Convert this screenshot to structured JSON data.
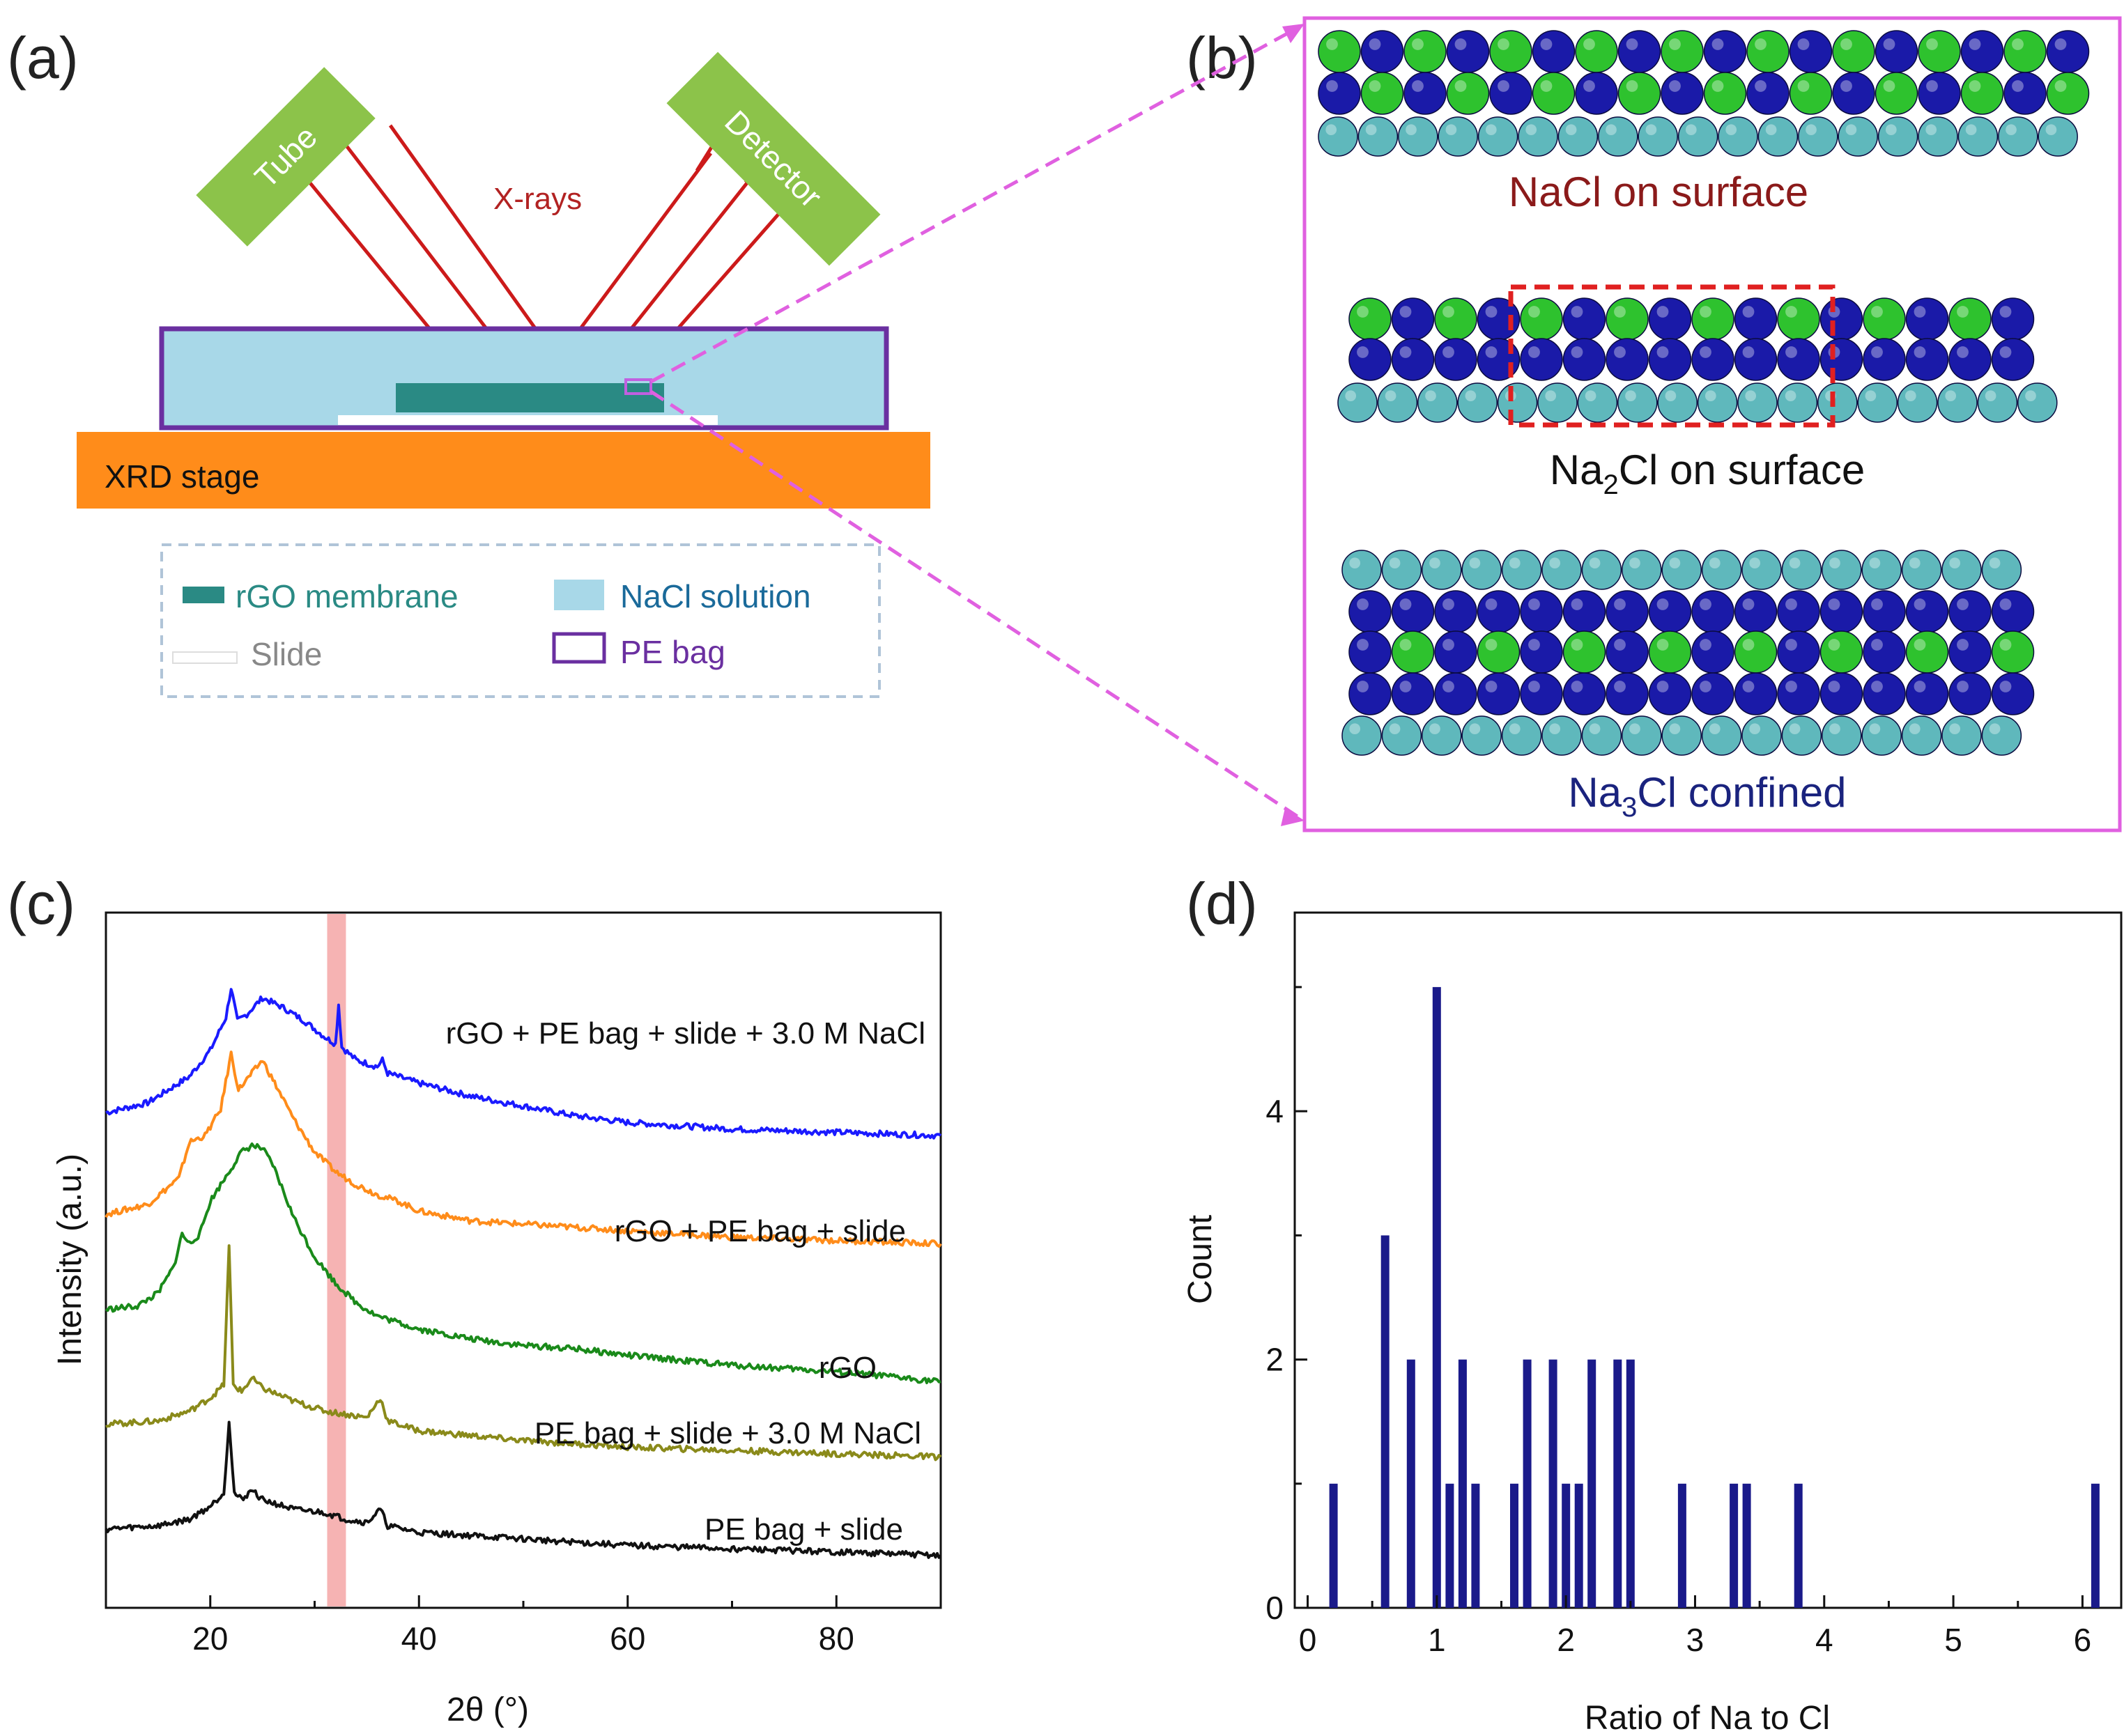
{
  "panel_labels": {
    "a": "(a)",
    "b": "(b)",
    "c": "(c)",
    "d": "(d)"
  },
  "panel_a": {
    "tube": "Tube",
    "detector": "Detector",
    "xrays": "X-rays",
    "stage": "XRD stage",
    "legend": {
      "membrane": "rGO membrane",
      "solution": "NaCl solution",
      "slide": "Slide",
      "bag": "PE bag"
    }
  },
  "panel_b": {
    "caption1": "NaCl on surface",
    "caption2_prefix": "Na",
    "caption2_sub": "2",
    "caption2_suffix": "Cl on surface",
    "caption3_prefix": "Na",
    "caption3_sub": "3",
    "caption3_suffix": "Cl confined"
  },
  "colors": {
    "green_atom": "#2ec22e",
    "blue_atom": "#1a1aa8",
    "cyan_atom": "#5fb8bc",
    "tube_green": "#8cc34a",
    "stage_orange": "#ff8c1a",
    "solution": "#a8d8e8",
    "membrane": "#2a8a84",
    "bag": "#6a2fa0",
    "xray": "#cc1a1a",
    "arrow": "#e060e0",
    "line_blue": "#1a1aff",
    "line_orange": "#ff8c1a",
    "line_green": "#1a8a1a",
    "line_olive": "#8a8a1a",
    "line_black": "#111111",
    "bar": "#1a1a8a",
    "highlight": "#f4a0a0"
  },
  "chart_data": [
    {
      "panel": "c",
      "type": "line",
      "xlabel": "2θ (°)",
      "ylabel": "Intensity (a.u.)",
      "xlim": [
        10,
        90
      ],
      "xticks": [
        20,
        40,
        60,
        80
      ],
      "highlight_band": [
        31.2,
        33.0
      ],
      "series": [
        {
          "name": "rGO + PE bag + slide + 3.0 M NaCl",
          "color": "#1a1aff",
          "points": [
            [
              10,
              7.55
            ],
            [
              14,
              7.7
            ],
            [
              18,
              8.1
            ],
            [
              20,
              8.5
            ],
            [
              21.5,
              9.0
            ],
            [
              22,
              9.45
            ],
            [
              22.6,
              8.95
            ],
            [
              23.5,
              9.05
            ],
            [
              25,
              9.3
            ],
            [
              27,
              9.15
            ],
            [
              29,
              8.95
            ],
            [
              31,
              8.7
            ],
            [
              32,
              8.6
            ],
            [
              32.3,
              9.2
            ],
            [
              32.6,
              8.55
            ],
            [
              34,
              8.35
            ],
            [
              36,
              8.25
            ],
            [
              36.5,
              8.35
            ],
            [
              37,
              8.15
            ],
            [
              40,
              8.0
            ],
            [
              45,
              7.8
            ],
            [
              50,
              7.65
            ],
            [
              55,
              7.5
            ],
            [
              60,
              7.4
            ],
            [
              70,
              7.3
            ],
            [
              80,
              7.25
            ],
            [
              90,
              7.2
            ]
          ]
        },
        {
          "name": "rGO + PE bag + slide",
          "color": "#ff8c1a",
          "points": [
            [
              10,
              6.0
            ],
            [
              14,
              6.15
            ],
            [
              17,
              6.55
            ],
            [
              18,
              7.1
            ],
            [
              19.5,
              7.2
            ],
            [
              21,
              7.6
            ],
            [
              22,
              8.45
            ],
            [
              22.7,
              7.9
            ],
            [
              24,
              8.15
            ],
            [
              25,
              8.35
            ],
            [
              26,
              8.05
            ],
            [
              28,
              7.45
            ],
            [
              30,
              6.95
            ],
            [
              32,
              6.65
            ],
            [
              34,
              6.45
            ],
            [
              36,
              6.3
            ],
            [
              38,
              6.2
            ],
            [
              40,
              6.05
            ],
            [
              45,
              5.9
            ],
            [
              50,
              5.85
            ],
            [
              55,
              5.8
            ],
            [
              60,
              5.75
            ],
            [
              70,
              5.65
            ],
            [
              80,
              5.6
            ],
            [
              90,
              5.55
            ]
          ]
        },
        {
          "name": "rGO",
          "color": "#1a8a1a",
          "points": [
            [
              10,
              4.55
            ],
            [
              13,
              4.6
            ],
            [
              15,
              4.8
            ],
            [
              16.5,
              5.2
            ],
            [
              17.3,
              5.7
            ],
            [
              18,
              5.55
            ],
            [
              19,
              5.7
            ],
            [
              20,
              6.2
            ],
            [
              21,
              6.45
            ],
            [
              22,
              6.7
            ],
            [
              23,
              6.95
            ],
            [
              24,
              7.05
            ],
            [
              25,
              7.0
            ],
            [
              26,
              6.75
            ],
            [
              27,
              6.35
            ],
            [
              28,
              5.95
            ],
            [
              30,
              5.35
            ],
            [
              32,
              4.95
            ],
            [
              34,
              4.65
            ],
            [
              36,
              4.45
            ],
            [
              40,
              4.25
            ],
            [
              45,
              4.1
            ],
            [
              50,
              4.0
            ],
            [
              55,
              3.95
            ],
            [
              60,
              3.85
            ],
            [
              70,
              3.7
            ],
            [
              80,
              3.6
            ],
            [
              90,
              3.45
            ]
          ]
        },
        {
          "name": "PE bag + slide + 3.0 M NaCl",
          "color": "#8a8a1a",
          "points": [
            [
              10,
              2.8
            ],
            [
              15,
              2.85
            ],
            [
              18,
              3.0
            ],
            [
              20,
              3.2
            ],
            [
              21.3,
              3.4
            ],
            [
              21.8,
              5.5
            ],
            [
              22.2,
              3.4
            ],
            [
              23,
              3.3
            ],
            [
              24,
              3.5
            ],
            [
              25,
              3.35
            ],
            [
              28,
              3.15
            ],
            [
              31,
              3.0
            ],
            [
              33,
              2.95
            ],
            [
              35,
              2.9
            ],
            [
              36.3,
              3.2
            ],
            [
              37,
              2.85
            ],
            [
              40,
              2.7
            ],
            [
              50,
              2.55
            ],
            [
              60,
              2.45
            ],
            [
              70,
              2.4
            ],
            [
              80,
              2.35
            ],
            [
              90,
              2.3
            ]
          ]
        },
        {
          "name": "PE bag + slide",
          "color": "#111111",
          "points": [
            [
              10,
              1.2
            ],
            [
              15,
              1.25
            ],
            [
              18,
              1.35
            ],
            [
              20,
              1.55
            ],
            [
              21.3,
              1.75
            ],
            [
              21.8,
              2.85
            ],
            [
              22.3,
              1.75
            ],
            [
              23,
              1.65
            ],
            [
              24,
              1.8
            ],
            [
              25,
              1.65
            ],
            [
              28,
              1.5
            ],
            [
              31,
              1.45
            ],
            [
              33,
              1.35
            ],
            [
              35,
              1.3
            ],
            [
              36.3,
              1.5
            ],
            [
              37,
              1.25
            ],
            [
              40,
              1.15
            ],
            [
              50,
              1.05
            ],
            [
              60,
              0.95
            ],
            [
              70,
              0.9
            ],
            [
              80,
              0.85
            ],
            [
              90,
              0.8
            ]
          ]
        }
      ]
    },
    {
      "panel": "d",
      "type": "bar",
      "xlabel": "Ratio of Na to Cl",
      "ylabel": "Count",
      "xlim": [
        -0.1,
        6.3
      ],
      "ylim": [
        0,
        5.6
      ],
      "xticks": [
        0,
        1,
        2,
        3,
        4,
        5,
        6
      ],
      "yticks": [
        0,
        2,
        4
      ],
      "x": [
        0.2,
        0.6,
        0.8,
        1.0,
        1.1,
        1.2,
        1.3,
        1.6,
        1.7,
        1.9,
        2.0,
        2.1,
        2.2,
        2.4,
        2.5,
        2.9,
        3.3,
        3.4,
        3.8,
        6.1
      ],
      "values": [
        1,
        3,
        2,
        5,
        1,
        2,
        1,
        1,
        2,
        2,
        1,
        1,
        2,
        2,
        2,
        1,
        1,
        1,
        1,
        1
      ]
    }
  ]
}
